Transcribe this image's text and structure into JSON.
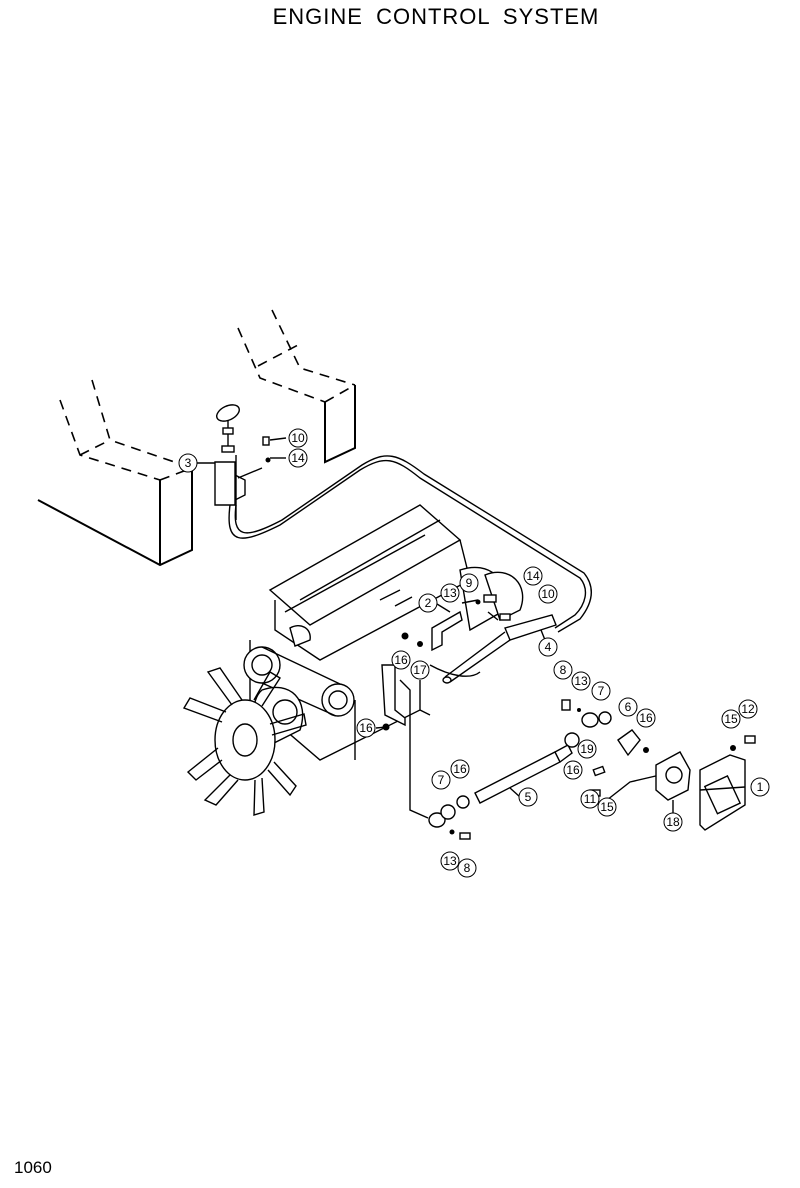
{
  "title": "ENGINE  CONTROL  SYSTEM",
  "page_number": "1060",
  "callouts": [
    "1",
    "2",
    "3",
    "4",
    "5",
    "6",
    "7",
    "7",
    "8",
    "8",
    "9",
    "10",
    "10",
    "11",
    "12",
    "13",
    "13",
    "13",
    "14",
    "14",
    "15",
    "15",
    "16",
    "16",
    "16",
    "16",
    "16",
    "17",
    "18",
    "19"
  ]
}
